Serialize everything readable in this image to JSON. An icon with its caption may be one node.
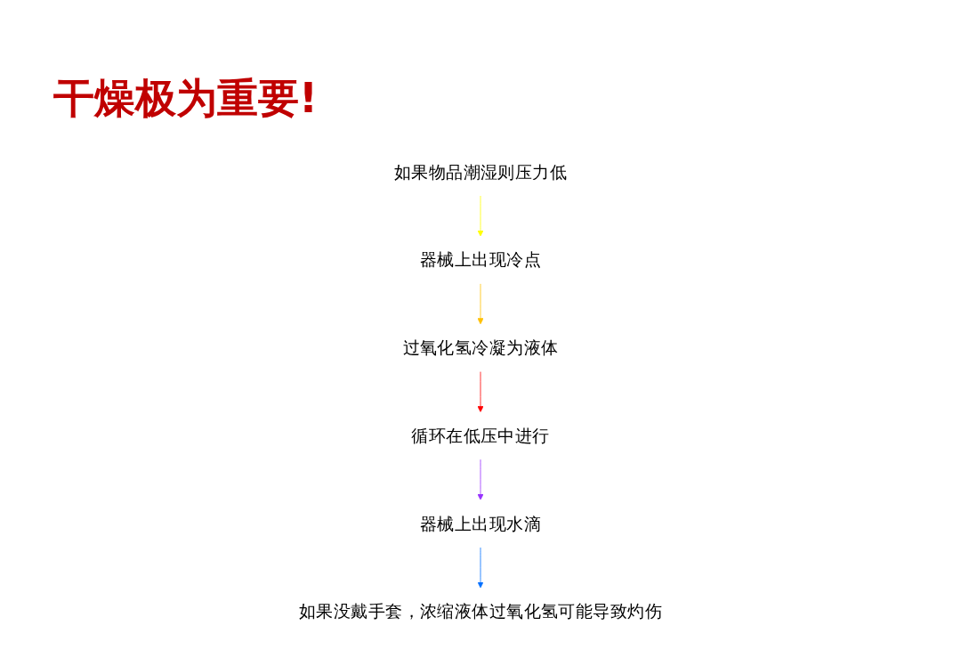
{
  "diagram": {
    "title": "干燥极为重要!",
    "nodes": [
      {
        "text": [
          "如果物品潮湿则压力低"
        ]
      },
      {
        "text": [
          "器械上出现冷点"
        ]
      },
      {
        "text": [
          "过氧化氢冷凝为液体"
        ]
      },
      {
        "text": [
          "循环在低压中进行"
        ]
      },
      {
        "text": [
          "器械上出现水滴"
        ]
      },
      {
        "text": [
          "如果没戴手套，浓缩液体过氧化氢可能导致灼伤"
        ]
      }
    ],
    "edges": [
      {
        "from": 0,
        "to": 1,
        "arrow": "to",
        "color": "#ffff00"
      },
      {
        "from": 1,
        "to": 2,
        "arrow": "to",
        "color": "#ffc000"
      },
      {
        "from": 2,
        "to": 3,
        "arrow": "to",
        "color": "#ff0000"
      },
      {
        "from": 3,
        "to": 4,
        "arrow": "to",
        "color": "#9933ff"
      },
      {
        "from": 4,
        "to": 5,
        "arrow": "to",
        "color": "#0070ff"
      }
    ]
  }
}
